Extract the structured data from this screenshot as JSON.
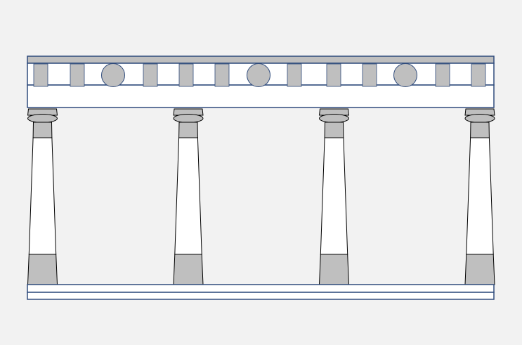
{
  "diagram": {
    "subject": "colonnade",
    "column_count": 4,
    "frieze_pattern": [
      "triglyph",
      "triglyph",
      "roundel",
      "triglyph",
      "triglyph",
      "triglyph",
      "roundel",
      "triglyph",
      "triglyph",
      "triglyph",
      "roundel",
      "triglyph",
      "triglyph"
    ],
    "colors": {
      "background": "#f2f2f2",
      "outline": "#2f4b7c",
      "fill_light": "#ffffff",
      "fill_dark": "#bfbfbf",
      "column_stroke": "#000000"
    }
  }
}
